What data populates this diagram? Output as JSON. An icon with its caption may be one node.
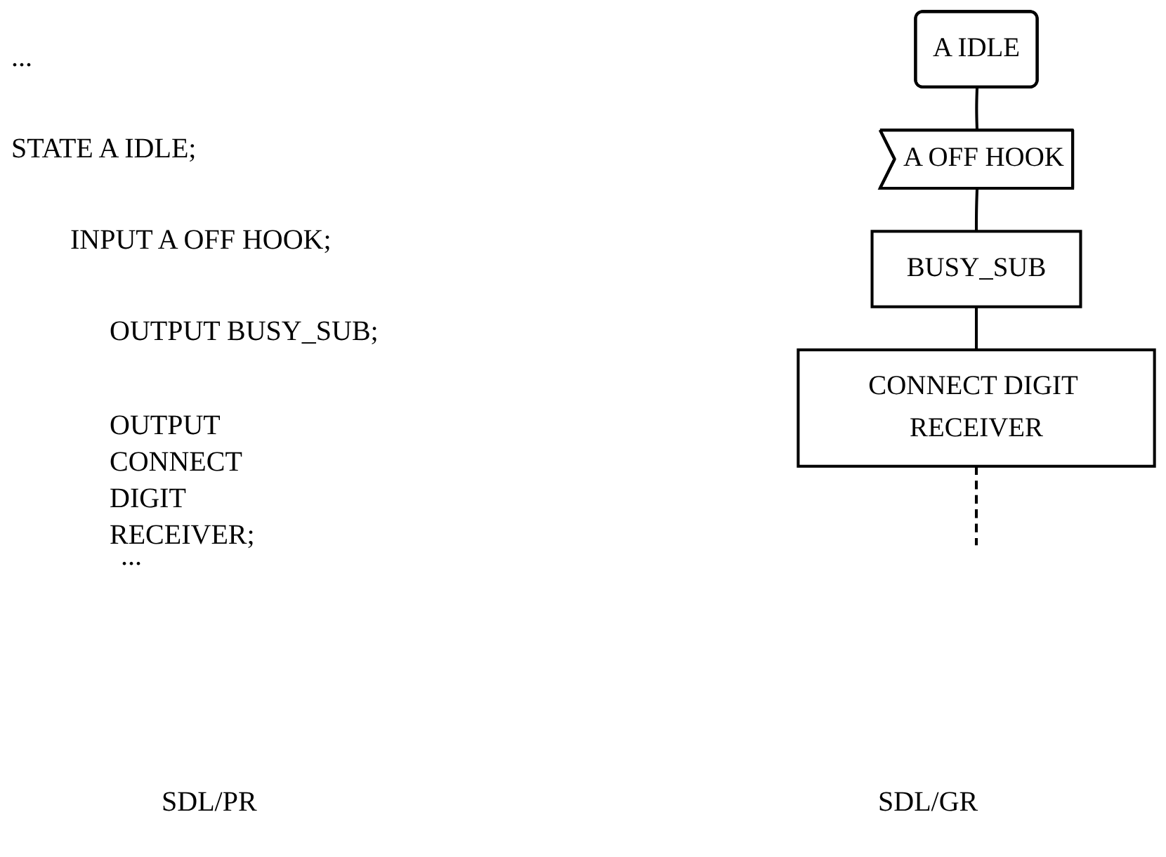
{
  "diagram": {
    "nodes": [
      {
        "text": [
          "A IDLE"
        ]
      },
      {
        "text": [
          "A OFF HOOK"
        ]
      },
      {
        "text": [
          "BUSY_SUB"
        ]
      },
      {
        "text": [
          "CONNECT DIGIT RECEIVER"
        ]
      }
    ],
    "edges": [
      {
        "from": 0,
        "to": 1,
        "arrow": "none"
      },
      {
        "from": 1,
        "to": 2,
        "arrow": "none"
      },
      {
        "from": 2,
        "to": 3,
        "arrow": "none"
      },
      {
        "from": 3,
        "to": null,
        "arrow": "none",
        "style": "dashed"
      }
    ],
    "labels": [
      "...",
      "STATE A IDLE;",
      "INPUT A OFF HOOK;",
      "OUTPUT BUSY_SUB;",
      "OUTPUT CONNECT DIGIT RECEIVER;",
      "...",
      "SDL/PR",
      "SDL/GR"
    ]
  }
}
